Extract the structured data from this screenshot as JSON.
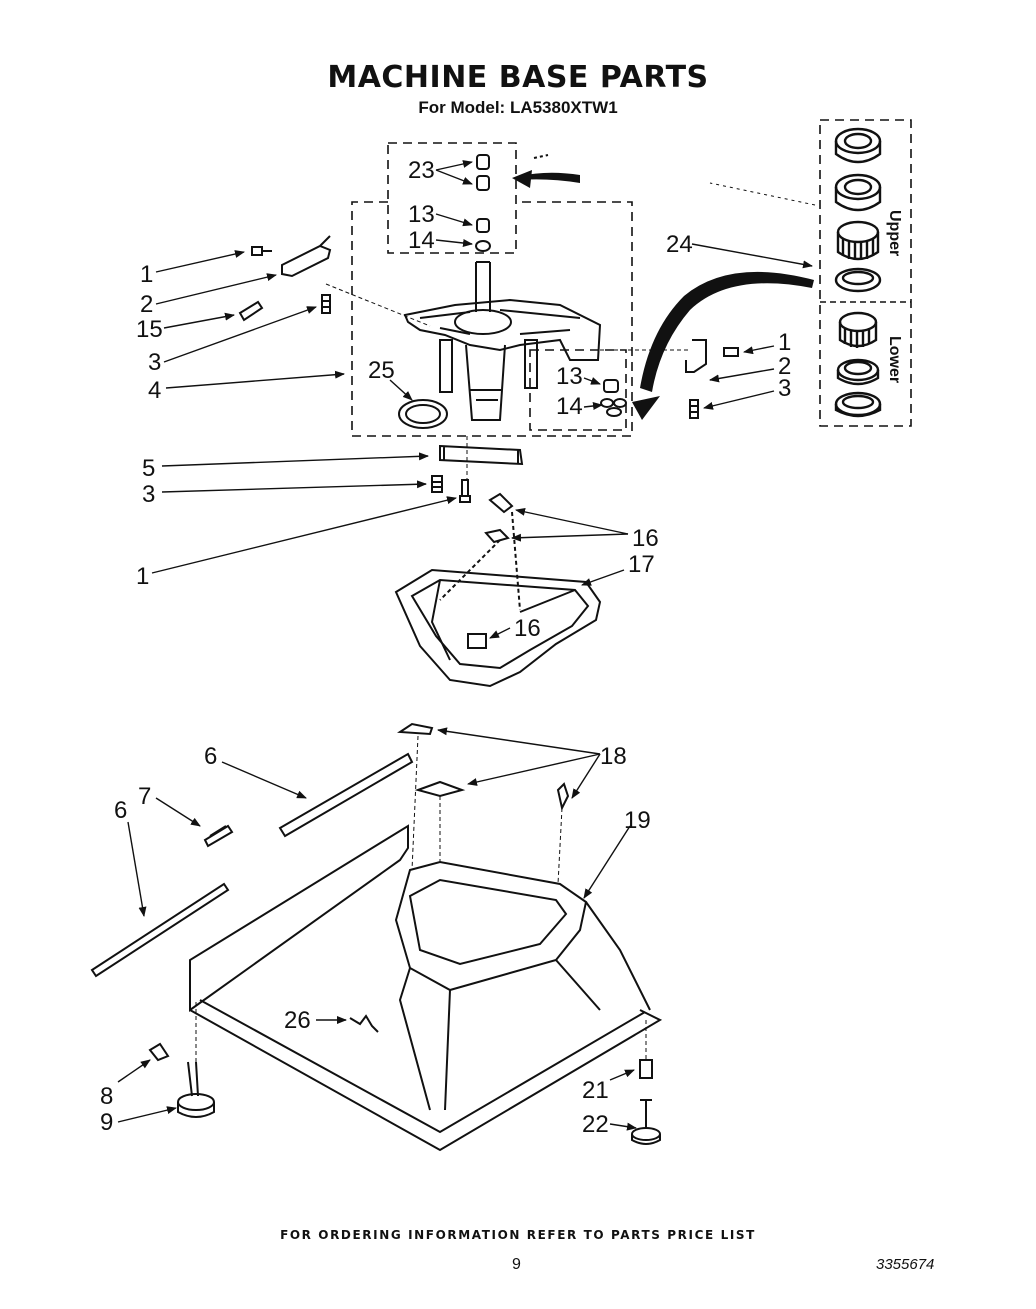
{
  "title": "MACHINE BASE PARTS",
  "subtitle": "For Model: LA5380XTW1",
  "footer": "FOR ORDERING INFORMATION REFER TO PARTS PRICE LIST",
  "page_number": "9",
  "document_number": "3355674",
  "bearing_groups": {
    "upper": "Upper",
    "lower": "Lower"
  },
  "callouts": [
    {
      "id": "c23",
      "text": "23"
    },
    {
      "id": "c13a",
      "text": "13"
    },
    {
      "id": "c14a",
      "text": "14"
    },
    {
      "id": "c24",
      "text": "24"
    },
    {
      "id": "c1a",
      "text": "1"
    },
    {
      "id": "c2a",
      "text": "2"
    },
    {
      "id": "c15",
      "text": "15"
    },
    {
      "id": "c3a",
      "text": "3"
    },
    {
      "id": "c4",
      "text": "4"
    },
    {
      "id": "c25",
      "text": "25"
    },
    {
      "id": "c13b",
      "text": "13"
    },
    {
      "id": "c14b",
      "text": "14"
    },
    {
      "id": "c1b",
      "text": "1"
    },
    {
      "id": "c2b",
      "text": "2"
    },
    {
      "id": "c3b",
      "text": "3"
    },
    {
      "id": "c5",
      "text": "5"
    },
    {
      "id": "c3c",
      "text": "3"
    },
    {
      "id": "c1c",
      "text": "1"
    },
    {
      "id": "c16a",
      "text": "16"
    },
    {
      "id": "c17",
      "text": "17"
    },
    {
      "id": "c16b",
      "text": "16"
    },
    {
      "id": "c6a",
      "text": "6"
    },
    {
      "id": "c18",
      "text": "18"
    },
    {
      "id": "c7",
      "text": "7"
    },
    {
      "id": "c6b",
      "text": "6"
    },
    {
      "id": "c19",
      "text": "19"
    },
    {
      "id": "c26",
      "text": "26"
    },
    {
      "id": "c8",
      "text": "8"
    },
    {
      "id": "c9",
      "text": "9"
    },
    {
      "id": "c21",
      "text": "21"
    },
    {
      "id": "c22",
      "text": "22"
    }
  ]
}
